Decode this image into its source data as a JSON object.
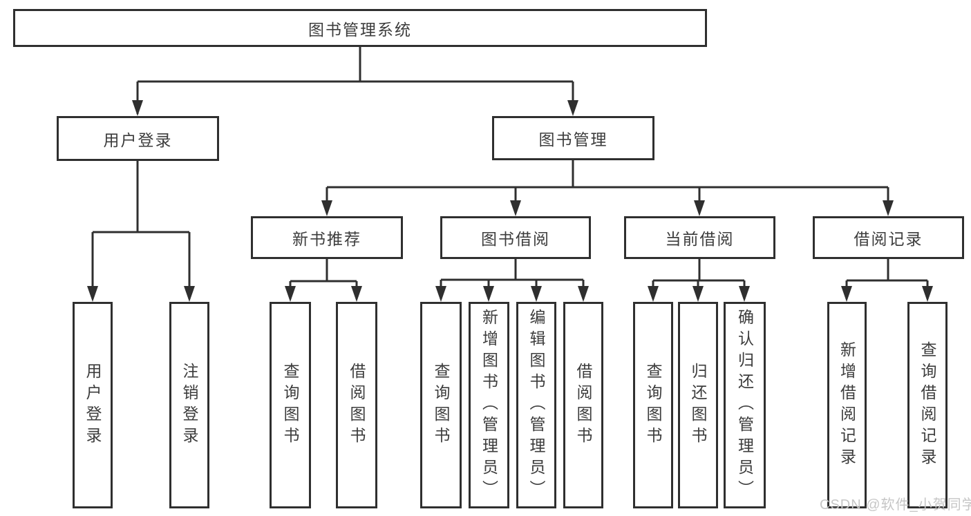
{
  "diagram": {
    "title": "图书管理系统",
    "level2": [
      {
        "label": "用户登录"
      },
      {
        "label": "图书管理"
      }
    ],
    "level3": [
      {
        "label": "新书推荐",
        "parent": "图书管理"
      },
      {
        "label": "图书借阅",
        "parent": "图书管理"
      },
      {
        "label": "当前借阅",
        "parent": "图书管理"
      },
      {
        "label": "借阅记录",
        "parent": "图书管理"
      }
    ],
    "leaves": [
      {
        "label": "用户登录",
        "parent": "用户登录"
      },
      {
        "label": "注销登录",
        "parent": "用户登录"
      },
      {
        "label": "查询图书",
        "parent": "新书推荐"
      },
      {
        "label": "借阅图书",
        "parent": "新书推荐"
      },
      {
        "label": "查询图书",
        "parent": "图书借阅"
      },
      {
        "label": "新增图书（管理员）",
        "parent": "图书借阅"
      },
      {
        "label": "编辑图书（管理员）",
        "parent": "图书借阅"
      },
      {
        "label": "借阅图书",
        "parent": "图书借阅"
      },
      {
        "label": "查询图书",
        "parent": "当前借阅"
      },
      {
        "label": "归还图书",
        "parent": "当前借阅"
      },
      {
        "label": "确认归还（管理员）",
        "parent": "当前借阅"
      },
      {
        "label": "新增借阅记录",
        "parent": "借阅记录"
      },
      {
        "label": "查询借阅记录",
        "parent": "借阅记录"
      }
    ]
  },
  "watermark": "CSDN @软件_小贺同学",
  "colors": {
    "line": "#2f2f2f",
    "box_border": "#2f2f2f",
    "text": "#3c3c3c",
    "background": "#ffffff",
    "watermark": "#c6c6c6"
  }
}
